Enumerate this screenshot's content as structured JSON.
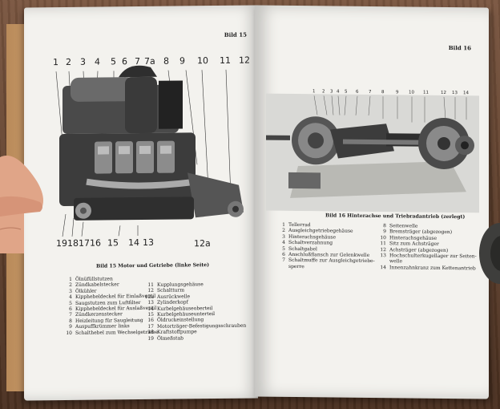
{
  "left_page": {
    "bild_number": "Bild 15",
    "caption": "Bild 15  Motor und Getriebe (linke Seite)",
    "callouts_top": [
      "1",
      "2",
      "3",
      "4",
      "5",
      "6",
      "7",
      "7a",
      "8",
      "9",
      "10",
      "11",
      "12"
    ],
    "callouts_bottom": [
      "19",
      "18",
      "17",
      "16",
      "15",
      "14",
      "13",
      "12a"
    ],
    "legend_col1": [
      {
        "num": "1",
        "text": "Ölnüfüllstutzen"
      },
      {
        "num": "2",
        "text": "Zündkabelstecker"
      },
      {
        "num": "3",
        "text": "Ölkühler"
      },
      {
        "num": "4",
        "text": "Kipphebeldeckel für Einlaßventil"
      },
      {
        "num": "5",
        "text": "Saugstutzen zum Luftfilter"
      },
      {
        "num": "6",
        "text": "Kipphebeldeckel für Auslaßventil"
      },
      {
        "num": "7",
        "text": "Zündkerzenstecker"
      },
      {
        "num": "8",
        "text": "Heizleitung für Saugleitung"
      },
      {
        "num": "9",
        "text": "Auspuffkrümmer links"
      },
      {
        "num": "10",
        "text": "Schalthebel zum Wechselgetriebe"
      }
    ],
    "legend_col2": [
      {
        "num": "11",
        "text": "Kupplungsgehäuse"
      },
      {
        "num": "12",
        "text": "Schaltturm"
      },
      {
        "num": "12a",
        "text": "Ausrückwelle"
      },
      {
        "num": "13",
        "text": "Zylinderkopf"
      },
      {
        "num": "14",
        "text": "Kurbelgehäuseoberteil"
      },
      {
        "num": "15",
        "text": "Kurbelgehäuseunterteil"
      },
      {
        "num": "16",
        "text": "Öldruckeinstellung"
      },
      {
        "num": "17",
        "text": "Motorträger-Befestigungsschrauben"
      },
      {
        "num": "18",
        "text": "Kraftstoffpumpe"
      },
      {
        "num": "19",
        "text": "Ölmeßstab"
      }
    ]
  },
  "right_page": {
    "bild_number": "Bild 16",
    "caption": "Bild 16  Hinterachse und Triebradantrieb (zerlegt)",
    "callouts": [
      "1",
      "2",
      "3",
      "4",
      "5",
      "6",
      "7",
      "8",
      "9",
      "10",
      "11",
      "12",
      "13",
      "14"
    ],
    "legend_col1": [
      {
        "num": "1",
        "text": "Tellerrad"
      },
      {
        "num": "2",
        "text": "Ausgleichgetriebegehäuse"
      },
      {
        "num": "3",
        "text": "Hinterachsgehäuse"
      },
      {
        "num": "4",
        "text": "Schaltverzahnung"
      },
      {
        "num": "5",
        "text": "Schaltgabel"
      },
      {
        "num": "6",
        "text": "Anschlußflansch zur Gelenkwelle"
      },
      {
        "num": "7",
        "text": "Schaltmuffe zur Ausgleichgetriebe-"
      },
      {
        "num": "",
        "text": "sperre"
      }
    ],
    "legend_col2": [
      {
        "num": "8",
        "text": "Seitenwelle"
      },
      {
        "num": "9",
        "text": "Bremsträger (abgezogen)"
      },
      {
        "num": "10",
        "text": "Hinterachsgehäuse"
      },
      {
        "num": "11",
        "text": "Sitz zum Achsträger"
      },
      {
        "num": "12",
        "text": "Achsträger (abgezogen)"
      },
      {
        "num": "13",
        "text": "Hochschulterkugellager zur Seiten-"
      },
      {
        "num": "",
        "text": "welle"
      },
      {
        "num": "14",
        "text": "Innenzahnkranz zum Kettenantrieb"
      }
    ]
  }
}
